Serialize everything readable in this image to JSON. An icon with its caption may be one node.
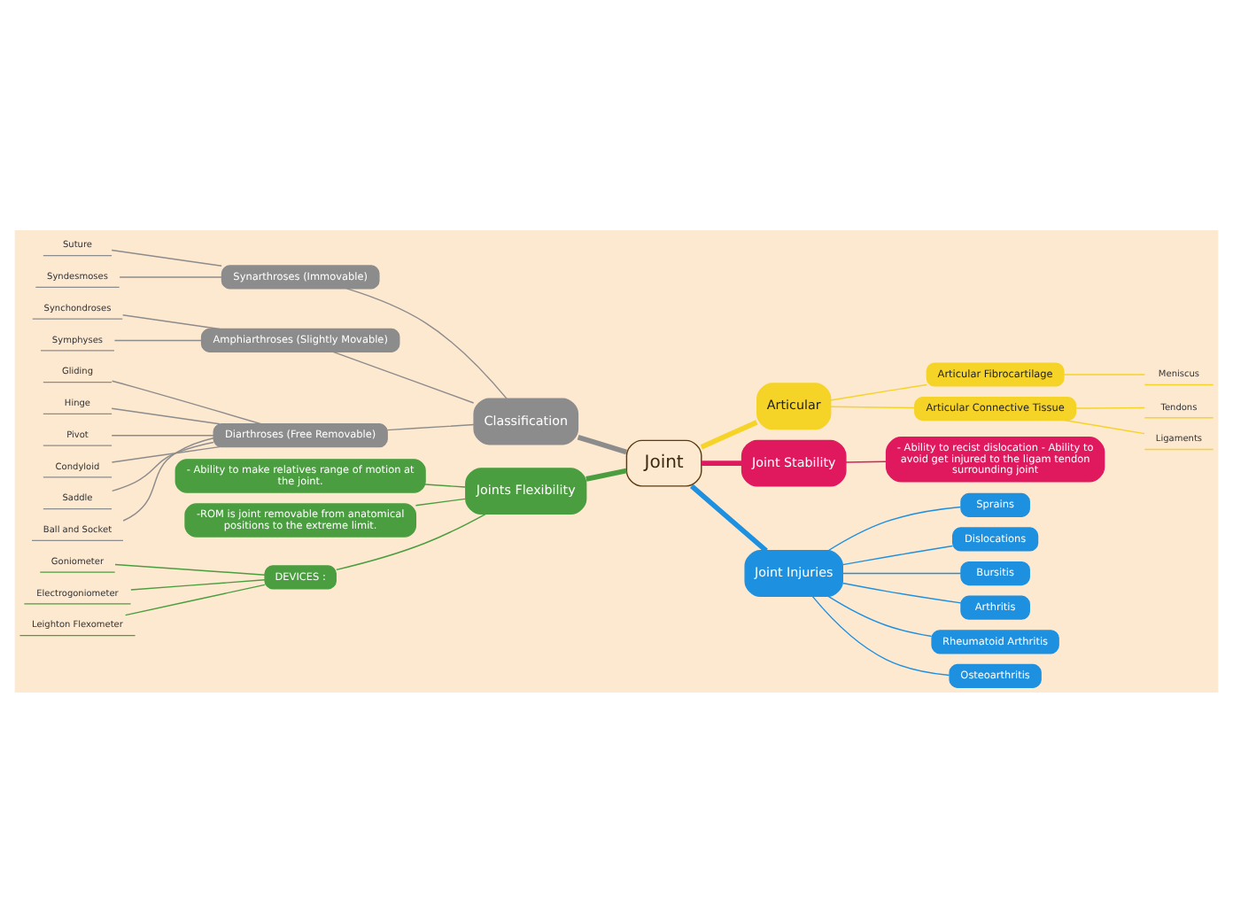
{
  "diagram": {
    "nodes": [
      {
        "text": [
          "Joint"
        ]
      },
      {
        "text": [
          "Classification"
        ]
      },
      {
        "text": [
          "Synarthroses (Immovable)"
        ]
      },
      {
        "text": [
          "Suture"
        ]
      },
      {
        "text": [
          "Syndesmoses"
        ]
      },
      {
        "text": [
          "Amphiarthroses (Slightly Movable)"
        ]
      },
      {
        "text": [
          "Synchondroses"
        ]
      },
      {
        "text": [
          "Symphyses"
        ]
      },
      {
        "text": [
          "Diarthroses (Free Removable)"
        ]
      },
      {
        "text": [
          "Gliding"
        ]
      },
      {
        "text": [
          "Hinge"
        ]
      },
      {
        "text": [
          "Pivot"
        ]
      },
      {
        "text": [
          "Condyloid"
        ]
      },
      {
        "text": [
          "Saddle"
        ]
      },
      {
        "text": [
          "Ball and Socket"
        ]
      },
      {
        "text": [
          "Joints Flexibility"
        ]
      },
      {
        "text": [
          "- Ability to make relatives range of motion at the joint."
        ]
      },
      {
        "text": [
          "-ROM is joint removable from anatomical positions to the extreme limit."
        ]
      },
      {
        "text": [
          "DEVICES :"
        ]
      },
      {
        "text": [
          "Goniometer"
        ]
      },
      {
        "text": [
          "Electrogoniometer"
        ]
      },
      {
        "text": [
          "Leighton Flexometer"
        ]
      },
      {
        "text": [
          "Articular"
        ]
      },
      {
        "text": [
          "Articular Fibrocartilage"
        ]
      },
      {
        "text": [
          "Meniscus"
        ]
      },
      {
        "text": [
          "Articular Connective Tissue"
        ]
      },
      {
        "text": [
          "Tendons"
        ]
      },
      {
        "text": [
          "Ligaments"
        ]
      },
      {
        "text": [
          "Joint Stability"
        ]
      },
      {
        "text": [
          "- Ability to recist dislocation - Ability to avoid get injured to the ligam tendon surrounding joint"
        ]
      },
      {
        "text": [
          "Joint Injuries"
        ]
      },
      {
        "text": [
          "Sprains"
        ]
      },
      {
        "text": [
          "Dislocations"
        ]
      },
      {
        "text": [
          "Bursitis"
        ]
      },
      {
        "text": [
          "Arthritis"
        ]
      },
      {
        "text": [
          "Rheumatoid Arthritis"
        ]
      },
      {
        "text": [
          "Osteoarthritis"
        ]
      }
    ],
    "edges": [
      {
        "from": 0,
        "to": 1,
        "arrow": "none",
        "style": "thick",
        "color": "#8c8c8c"
      },
      {
        "from": 1,
        "to": 2,
        "arrow": "none",
        "color": "#8c8c8c"
      },
      {
        "from": 2,
        "to": 3,
        "arrow": "none",
        "color": "#8c8c8c"
      },
      {
        "from": 2,
        "to": 4,
        "arrow": "none",
        "color": "#8c8c8c"
      },
      {
        "from": 1,
        "to": 5,
        "arrow": "none",
        "color": "#8c8c8c"
      },
      {
        "from": 5,
        "to": 6,
        "arrow": "none",
        "color": "#8c8c8c"
      },
      {
        "from": 5,
        "to": 7,
        "arrow": "none",
        "color": "#8c8c8c"
      },
      {
        "from": 1,
        "to": 8,
        "arrow": "none",
        "color": "#8c8c8c"
      },
      {
        "from": 8,
        "to": 9,
        "arrow": "none",
        "color": "#8c8c8c"
      },
      {
        "from": 8,
        "to": 10,
        "arrow": "none",
        "color": "#8c8c8c"
      },
      {
        "from": 8,
        "to": 11,
        "arrow": "none",
        "color": "#8c8c8c"
      },
      {
        "from": 8,
        "to": 12,
        "arrow": "none",
        "color": "#8c8c8c"
      },
      {
        "from": 8,
        "to": 13,
        "arrow": "none",
        "color": "#8c8c8c"
      },
      {
        "from": 8,
        "to": 14,
        "arrow": "none",
        "color": "#8c8c8c"
      },
      {
        "from": 0,
        "to": 15,
        "arrow": "none",
        "style": "thick",
        "color": "#4a9e3f"
      },
      {
        "from": 15,
        "to": 16,
        "arrow": "none",
        "color": "#4a9e3f"
      },
      {
        "from": 15,
        "to": 17,
        "arrow": "none",
        "color": "#4a9e3f"
      },
      {
        "from": 15,
        "to": 18,
        "arrow": "none",
        "color": "#4a9e3f"
      },
      {
        "from": 18,
        "to": 19,
        "arrow": "none",
        "color": "#4a9e3f"
      },
      {
        "from": 18,
        "to": 20,
        "arrow": "none",
        "color": "#4a9e3f"
      },
      {
        "from": 18,
        "to": 21,
        "arrow": "none",
        "color": "#4a9e3f"
      },
      {
        "from": 0,
        "to": 22,
        "arrow": "none",
        "style": "thick",
        "color": "#f5d327"
      },
      {
        "from": 22,
        "to": 23,
        "arrow": "none",
        "color": "#f5d327"
      },
      {
        "from": 23,
        "to": 24,
        "arrow": "none",
        "color": "#f5d327"
      },
      {
        "from": 22,
        "to": 25,
        "arrow": "none",
        "color": "#f5d327"
      },
      {
        "from": 25,
        "to": 26,
        "arrow": "none",
        "color": "#f5d327"
      },
      {
        "from": 25,
        "to": 27,
        "arrow": "none",
        "color": "#f5d327"
      },
      {
        "from": 0,
        "to": 28,
        "arrow": "none",
        "style": "thick",
        "color": "#e0195e"
      },
      {
        "from": 28,
        "to": 29,
        "arrow": "none",
        "color": "#e0195e"
      },
      {
        "from": 0,
        "to": 30,
        "arrow": "none",
        "style": "thick",
        "color": "#1e90e0"
      },
      {
        "from": 30,
        "to": 31,
        "arrow": "none",
        "color": "#1e90e0"
      },
      {
        "from": 30,
        "to": 32,
        "arrow": "none",
        "color": "#1e90e0"
      },
      {
        "from": 30,
        "to": 33,
        "arrow": "none",
        "color": "#1e90e0"
      },
      {
        "from": 30,
        "to": 34,
        "arrow": "none",
        "color": "#1e90e0"
      },
      {
        "from": 30,
        "to": 35,
        "arrow": "none",
        "color": "#1e90e0"
      },
      {
        "from": 30,
        "to": 36,
        "arrow": "none",
        "color": "#1e90e0"
      }
    ]
  }
}
